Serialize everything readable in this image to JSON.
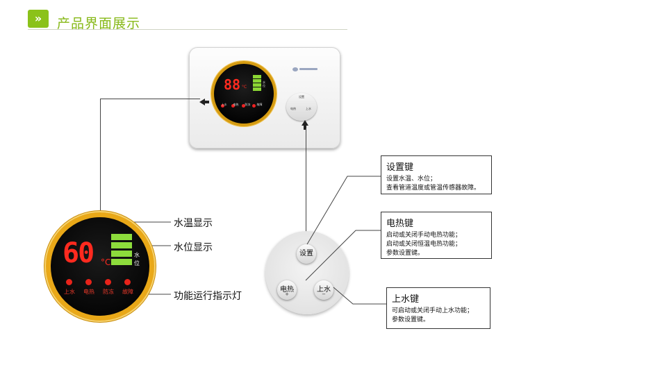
{
  "header": {
    "badge": "»",
    "title": "产品界面展示"
  },
  "panel": {
    "digits": "88",
    "unit": "°C",
    "water_label": "水位",
    "indicators": [
      "上水",
      "电热",
      "防冻",
      "故障"
    ],
    "buttons": [
      "设置",
      "电热",
      "上水"
    ]
  },
  "display": {
    "temperature": "60",
    "unit": "°C",
    "water_label_1": "水",
    "water_label_2": "位",
    "water_bars": 4,
    "indicators": [
      "上水",
      "电热",
      "防冻",
      "故障"
    ]
  },
  "callouts": {
    "water_temp": "水温显示",
    "water_level": "水位显示",
    "indicator_lights": "功能运行指示灯"
  },
  "keypad": {
    "setting": "设置",
    "heat": "电热",
    "heat_sub": "+",
    "water": "上水",
    "water_sub": "−"
  },
  "info": {
    "setting": {
      "title": "设置键",
      "lines": [
        "设置水温、水位；",
        "查看管道温度或管温传感器故障。"
      ]
    },
    "heat": {
      "title": "电热键",
      "lines": [
        "启动或关闭手动电热功能；",
        "启动或关闭恒温电热功能；",
        "参数设置键。"
      ]
    },
    "water": {
      "title": "上水键",
      "lines": [
        "可启动或关闭手动上水功能；",
        "参数设置键。"
      ]
    }
  }
}
